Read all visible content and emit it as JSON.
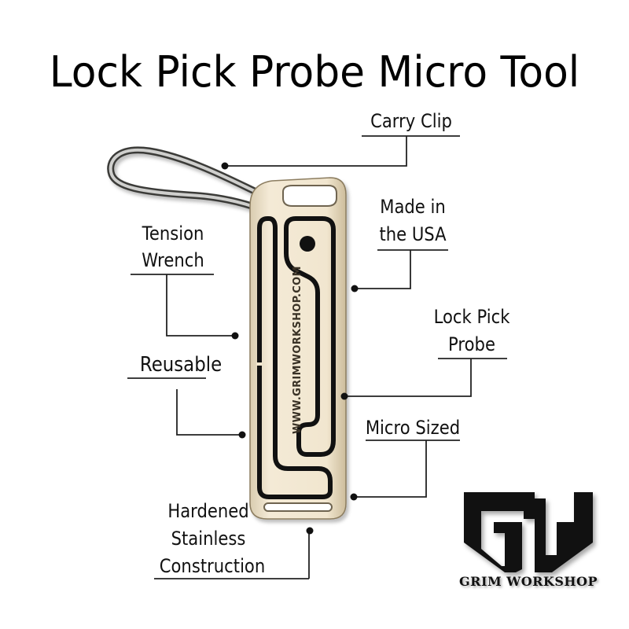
{
  "title": "Lock Pick Probe Micro Tool",
  "tool": {
    "engraving": "WWW.GRIMWORKSHOP.COM",
    "body_color": "#f1e6cf",
    "slot_color": "#111111",
    "clip_color": "#8a8a88"
  },
  "callouts": {
    "carry_clip": "Carry Clip",
    "made_in_usa_line1": "Made in",
    "made_in_usa_line2": "the USA",
    "tension_wrench_line1": "Tension",
    "tension_wrench_line2": "Wrench",
    "reusable": "Reusable",
    "lock_pick_probe_line1": "Lock Pick",
    "lock_pick_probe_line2": "Probe",
    "micro_sized": "Micro Sized",
    "hardened_line1": "Hardened",
    "hardened_line2": "Stainless",
    "hardened_line3": "Construction"
  },
  "logo": {
    "monogram": "GW",
    "brand": "GRIM WORKSHOP"
  },
  "colors": {
    "line": "#222222",
    "shadow": "#bdbdbd",
    "text": "#111111"
  }
}
